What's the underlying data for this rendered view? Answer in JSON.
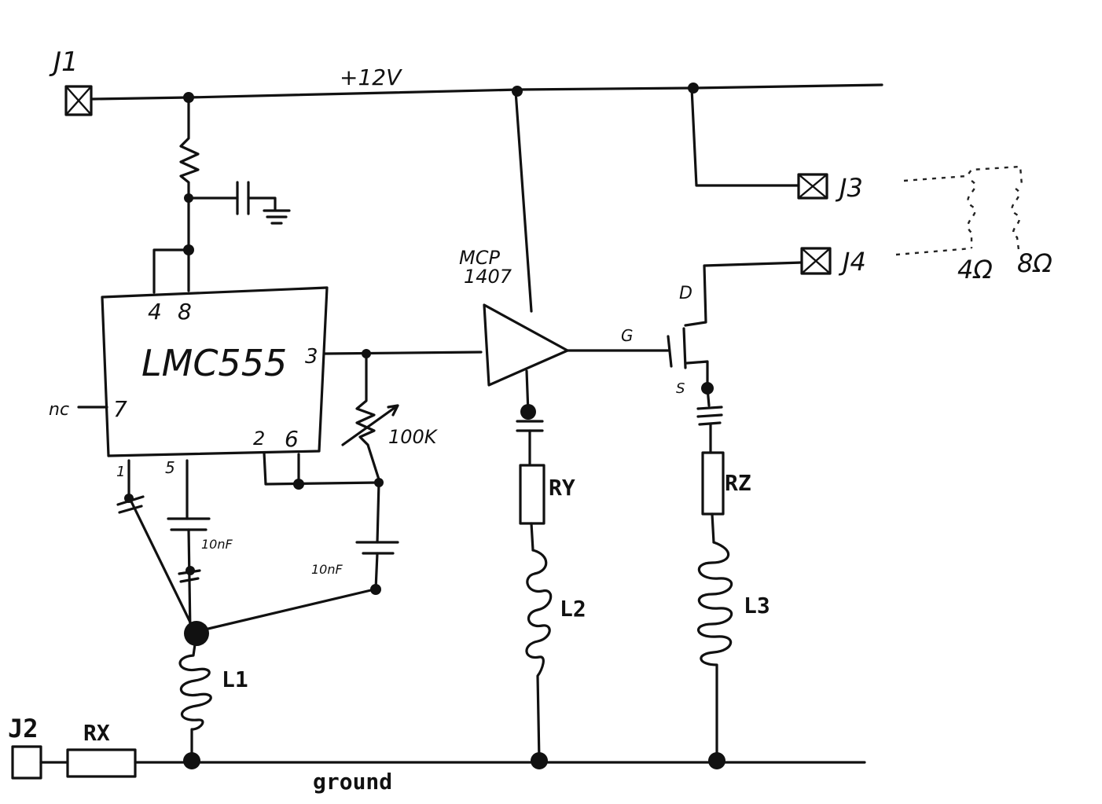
{
  "labels": {
    "j1": "J1",
    "j2": "J2",
    "j3": "J3",
    "j4": "J4",
    "supply": "+12V",
    "ground": "ground",
    "ic_name": "LMC555",
    "pin4": "4",
    "pin8": "8",
    "pin3": "3",
    "pin7": "7",
    "pin_nc": "nc",
    "pin1": "1",
    "pin5": "5",
    "pin2": "2",
    "pin6": "6",
    "driver_line1": "MCP",
    "driver_line2": "1407",
    "gate": "G",
    "drain": "D",
    "source": "S",
    "pot": "100K",
    "cap5": "10nF",
    "cap_timing": "10nF",
    "ry": "RY",
    "rz": "RZ",
    "rx": "RX",
    "l1": "L1",
    "l2": "L2",
    "l3": "L3",
    "load4": "4Ω",
    "load8": "8Ω"
  }
}
